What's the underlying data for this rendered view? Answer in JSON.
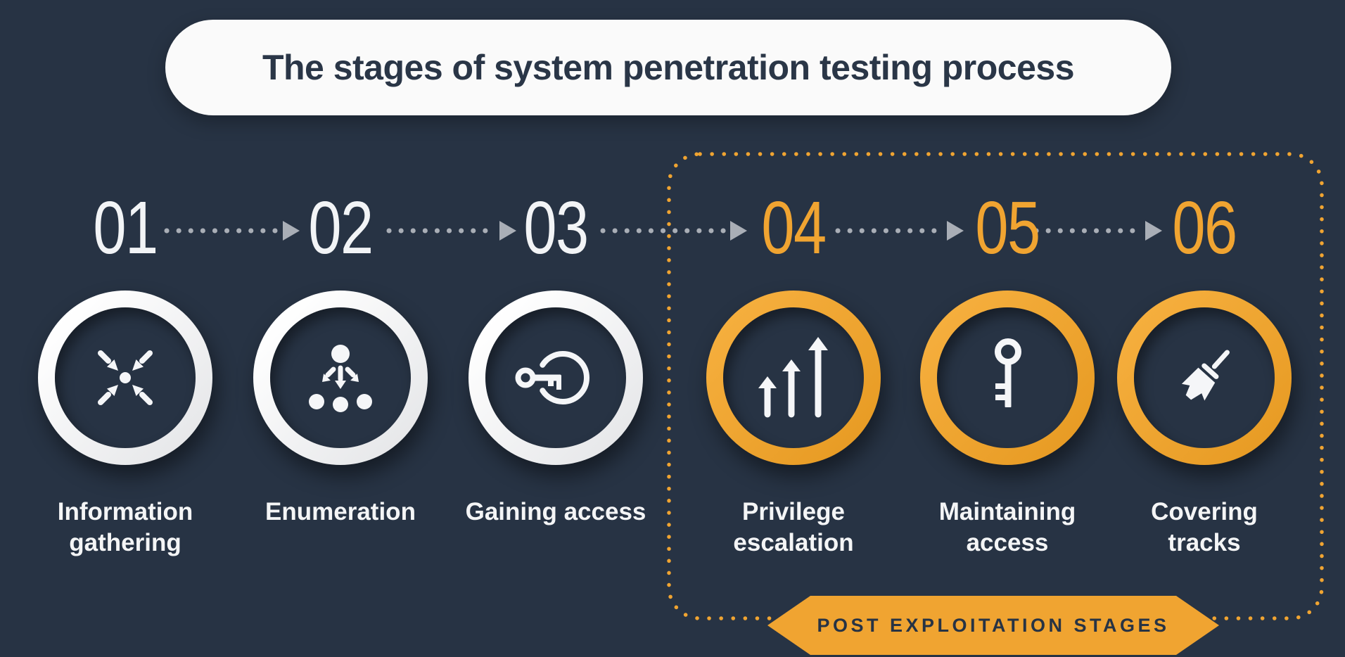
{
  "title": {
    "text": "The stages of system penetration testing process"
  },
  "stages": [
    {
      "number": "01",
      "label": "Information\ngathering",
      "icon": "converge-arrows-icon",
      "theme": "white"
    },
    {
      "number": "02",
      "label": "Enumeration",
      "icon": "enumeration-tree-icon",
      "theme": "white"
    },
    {
      "number": "03",
      "label": "Gaining access",
      "icon": "key-unlock-circle-icon",
      "theme": "white"
    },
    {
      "number": "04",
      "label": "Privilege\nescalation",
      "icon": "ascending-arrows-icon",
      "theme": "orange"
    },
    {
      "number": "05",
      "label": "Maintaining\naccess",
      "icon": "key-icon",
      "theme": "orange"
    },
    {
      "number": "06",
      "label": "Covering\ntracks",
      "icon": "broom-icon",
      "theme": "orange"
    }
  ],
  "banner": {
    "label": "POST EXPLOITATION STAGES"
  },
  "colors": {
    "background": "#273344",
    "accent_orange": "#f0a431",
    "circle_white": "#fafafa",
    "connector_gray": "#a9aeb6",
    "title_text": "#2a3647"
  }
}
